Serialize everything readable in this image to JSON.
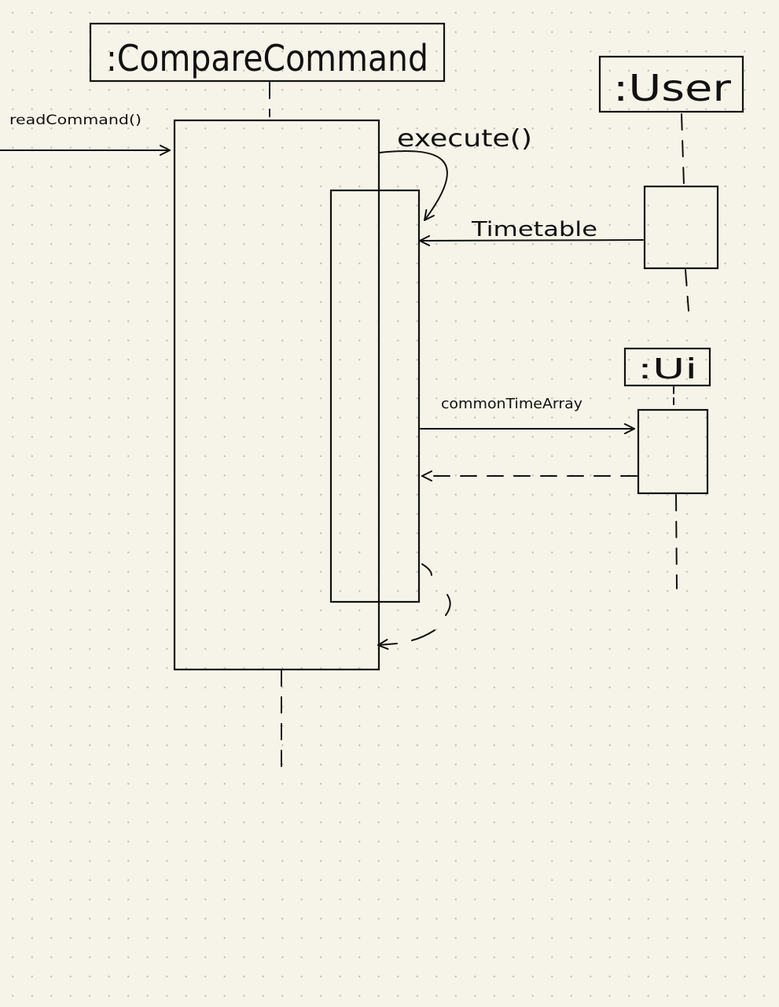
{
  "participants": {
    "compare_command": ":CompareCommand",
    "user": ":User",
    "ui": ":Ui"
  },
  "messages": {
    "read_command": "readCommand()",
    "execute": "execute()",
    "timetable": "Timetable",
    "common_time_array": "commonTimeArray"
  }
}
